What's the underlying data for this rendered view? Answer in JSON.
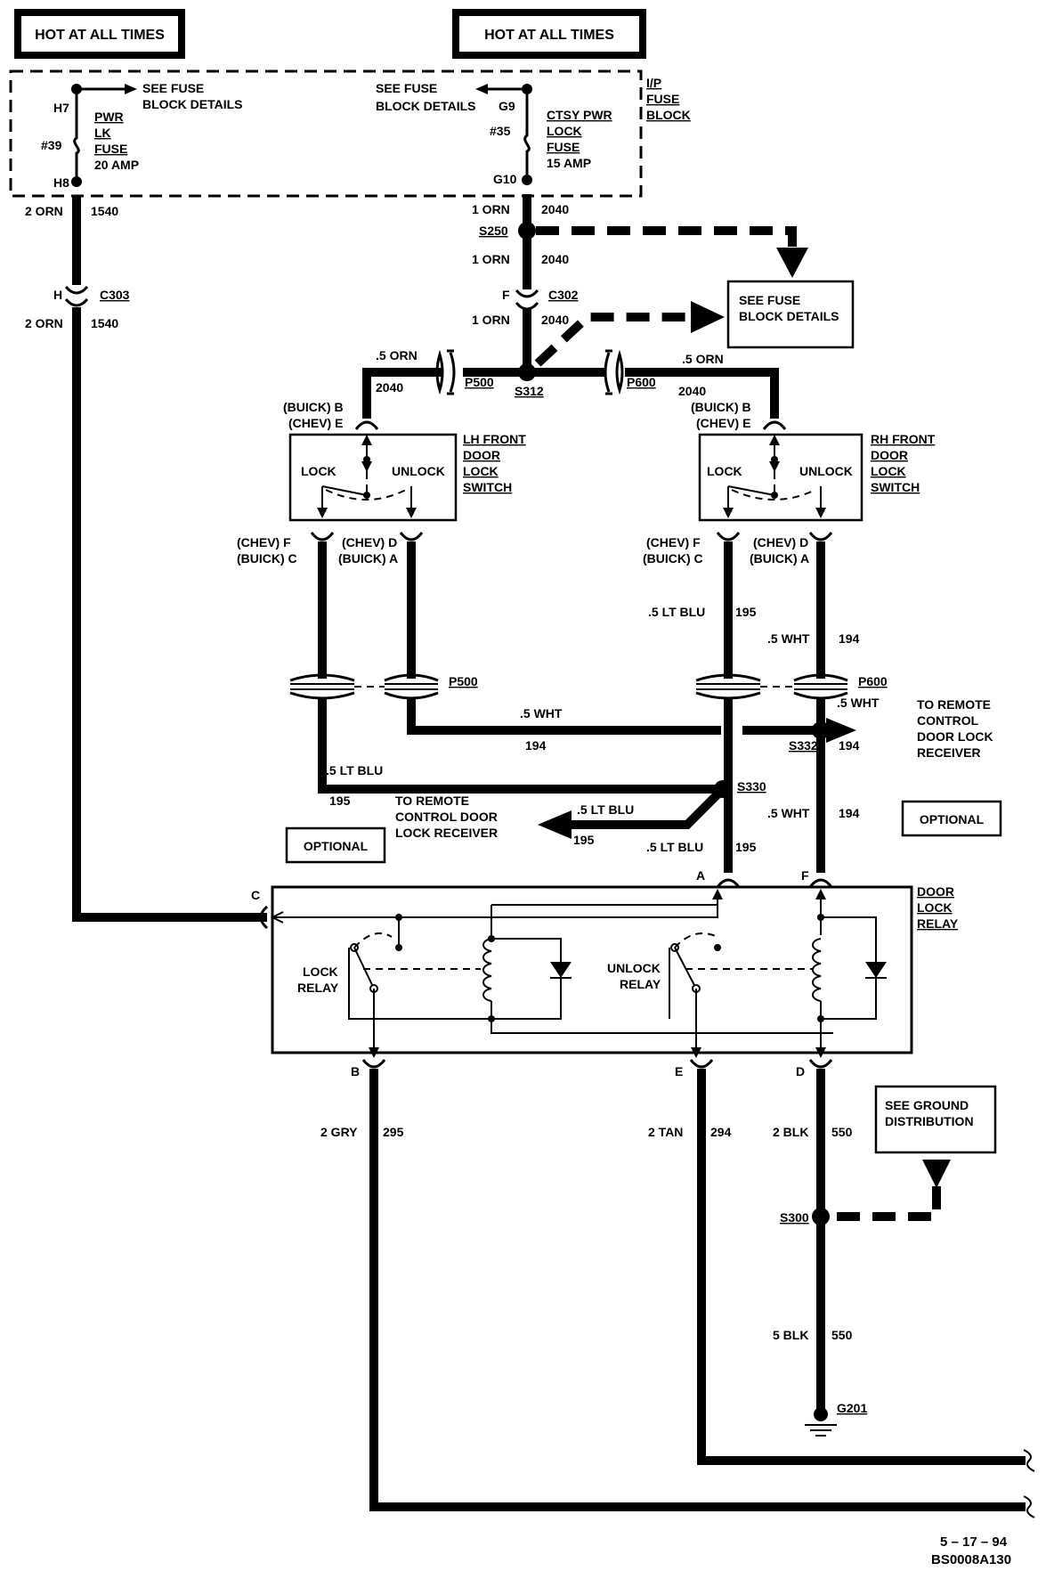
{
  "headers": [
    "HOT AT ALL TIMES",
    "HOT AT ALL TIMES"
  ],
  "fuse_block": {
    "label_lines": [
      "I/P",
      "FUSE",
      "BLOCK"
    ],
    "see_details_left": [
      "SEE  FUSE",
      "BLOCK  DETAILS"
    ],
    "see_details_right": [
      "SEE FUSE",
      "BLOCK DETAILS"
    ],
    "pwr_fuse": {
      "number": "#39",
      "in_term": "H7",
      "out_term": "H8",
      "name_lines": [
        "PWR",
        "LK",
        "FUSE"
      ],
      "rating": "20  AMP"
    },
    "ctsy_fuse": {
      "number": "#35",
      "in_term": "G9",
      "out_term": "G10",
      "name_lines": [
        "CTSY PWR",
        "LOCK",
        "FUSE"
      ],
      "rating": "15 AMP"
    }
  },
  "wires": {
    "w1540_top": [
      "2  ORN",
      "1540"
    ],
    "w1540_bot": [
      "2  ORN",
      "1540"
    ],
    "w2040_a": [
      "1 ORN",
      "2040"
    ],
    "w2040_b": [
      "1 ORN",
      "2040"
    ],
    "w2040_c": [
      "1 ORN",
      "2040"
    ],
    "w2040_lh": [
      ".5 ORN",
      "2040"
    ],
    "w2040_rh": [
      ".5 ORN",
      "2040"
    ],
    "w195_rh": [
      ".5 LT BLU",
      "195"
    ],
    "w194_rh": [
      ".5 WHT",
      "194"
    ],
    "w194_mid": [
      ".5 WHT",
      "194"
    ],
    "w194_right": [
      ".5 WHT",
      "194"
    ],
    "w195_lh": [
      ".5 LT BLU",
      "195"
    ],
    "w195_remote": [
      ".5 LT BLU",
      "195"
    ],
    "w194_low": [
      ".5 WHT",
      "194"
    ],
    "w195_low": [
      ".5 LT BLU",
      "195"
    ],
    "w295": [
      "2 GRY",
      "295"
    ],
    "w294": [
      "2 TAN",
      "294"
    ],
    "w550_a": [
      "2 BLK",
      "550"
    ],
    "w550_b": [
      "5 BLK",
      "550"
    ]
  },
  "connectors": {
    "c303": {
      "name": "C303",
      "pin": "H"
    },
    "c302": {
      "name": "C302",
      "pin": "F"
    },
    "p500": "P500",
    "p600": "P600"
  },
  "splices": {
    "s250": "S250",
    "s312": "S312",
    "s330": "S330",
    "s332": "S332",
    "s300": "S300",
    "g201": "G201"
  },
  "see_fuse_box": [
    "SEE FUSE",
    "BLOCK DETAILS"
  ],
  "lh_switch": {
    "name_lines": [
      "LH FRONT",
      "DOOR",
      "LOCK",
      "SWITCH"
    ],
    "in_pin": [
      "(BUICK) B",
      "(CHEV)  E"
    ],
    "lock": "LOCK",
    "unlock": "UNLOCK",
    "out_left": [
      "(CHEV)  F",
      "(BUICK) C"
    ],
    "out_right": [
      "(CHEV)  D",
      "(BUICK)  A"
    ]
  },
  "rh_switch": {
    "name_lines": [
      "RH FRONT",
      "DOOR",
      "LOCK",
      "SWITCH"
    ],
    "in_pin": [
      "(BUICK) B",
      "(CHEV)  E"
    ],
    "lock": "LOCK",
    "unlock": "UNLOCK",
    "out_left": [
      "(CHEV)  F",
      "(BUICK)  C"
    ],
    "out_right": [
      "(CHEV)  D",
      "(BUICK)  A"
    ]
  },
  "remote_right": [
    "TO REMOTE",
    "CONTROL",
    "DOOR LOCK",
    "RECEIVER"
  ],
  "remote_left": [
    "TO REMOTE",
    "CONTROL DOOR",
    "LOCK RECEIVER"
  ],
  "optional": [
    "OPTIONAL",
    "OPTIONAL"
  ],
  "relay": {
    "name_lines": [
      "DOOR",
      "LOCK",
      "RELAY"
    ],
    "lock_relay": [
      "LOCK",
      "RELAY"
    ],
    "unlock_relay": [
      "UNLOCK",
      "RELAY"
    ],
    "pins": {
      "c": "C",
      "a": "A",
      "f": "F",
      "b": "B",
      "e": "E",
      "d": "D"
    }
  },
  "ground_box": [
    "SEE GROUND",
    "DISTRIBUTION"
  ],
  "footer": [
    "5 – 17 – 94",
    "BS0008A130"
  ]
}
